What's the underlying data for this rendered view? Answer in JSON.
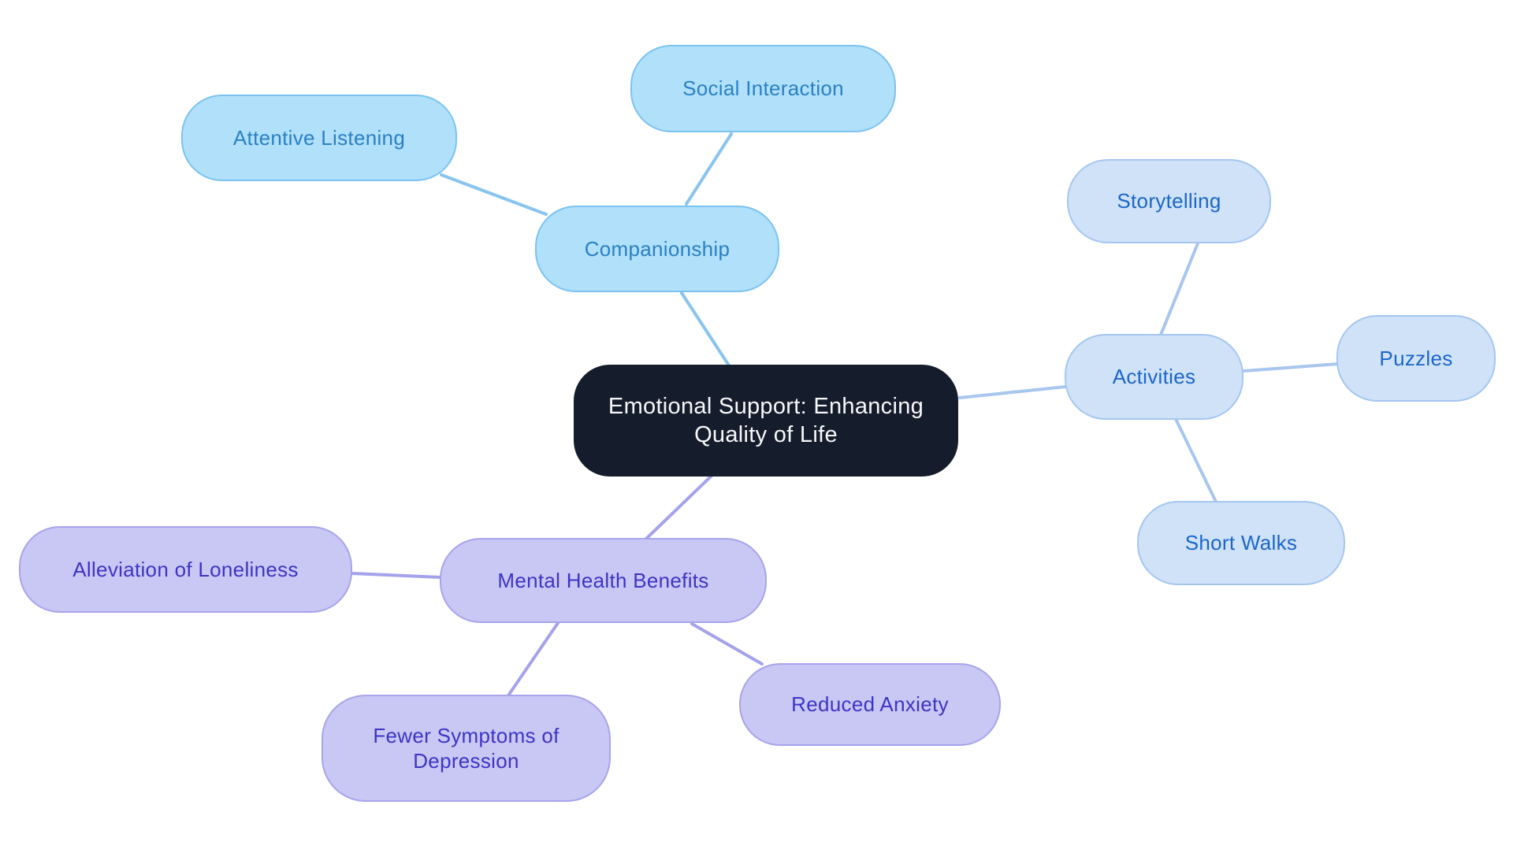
{
  "canvas": {
    "background": "#ffffff"
  },
  "center_node": {
    "label": "Emotional Support: Enhancing Quality of Life",
    "bg_color": "#151c2b",
    "text_color": "#f7f8fa"
  },
  "groups": {
    "companionship": {
      "fill": "#b0e0fa",
      "border": "#7cc3f1",
      "text": "#2b80c4",
      "line": "#88c4f0"
    },
    "activities": {
      "fill": "#cfe2f8",
      "border": "#a6c6f0",
      "text": "#1c66c8",
      "line": "#a8c6ee"
    },
    "mental_health": {
      "fill": "#c9c7f3",
      "border": "#a8a4ec",
      "text": "#3c35c5",
      "line": "#a5a2ec"
    }
  },
  "nodes": {
    "companionship": {
      "label": "Companionship"
    },
    "attentive_listening": {
      "label": "Attentive Listening"
    },
    "social_interaction": {
      "label": "Social Interaction"
    },
    "activities": {
      "label": "Activities"
    },
    "storytelling": {
      "label": "Storytelling"
    },
    "puzzles": {
      "label": "Puzzles"
    },
    "short_walks": {
      "label": "Short Walks"
    },
    "mental_health_benefits": {
      "label": "Mental Health Benefits"
    },
    "alleviation_of_loneliness": {
      "label": "Alleviation of Loneliness"
    },
    "fewer_symptoms_of_depression": {
      "label": "Fewer Symptoms of Depression"
    },
    "reduced_anxiety": {
      "label": "Reduced Anxiety"
    }
  }
}
